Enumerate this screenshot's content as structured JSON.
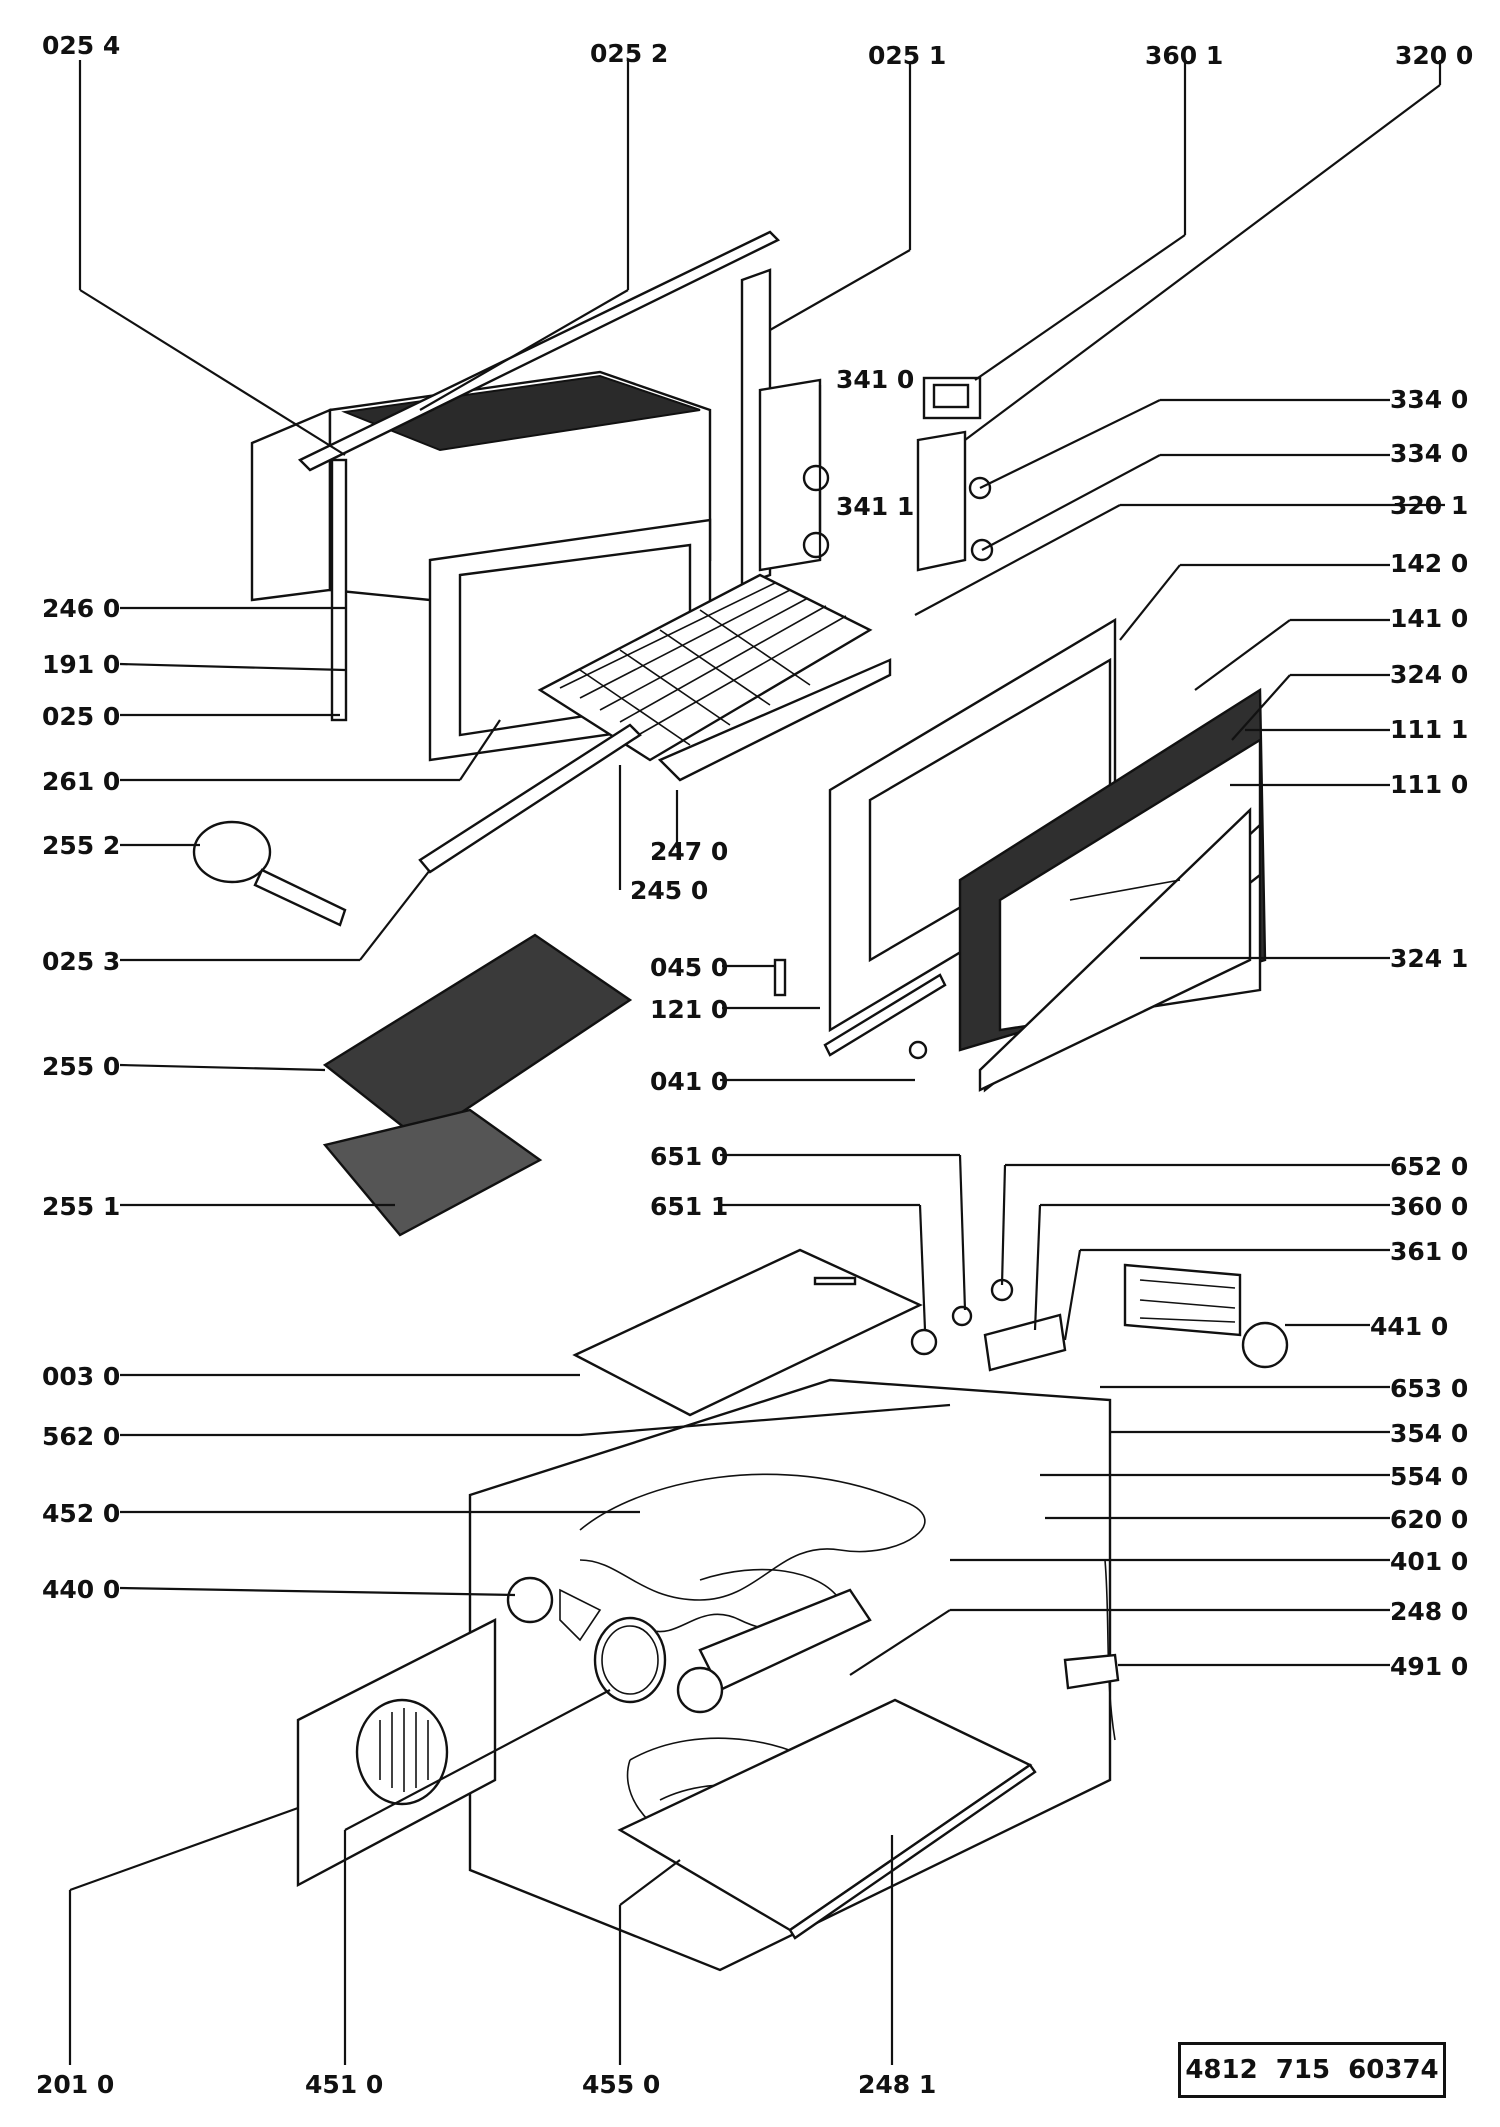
{
  "labels": {
    "l0254": "025 4",
    "l0252": "025 2",
    "l0251": "025 1",
    "l3601": "360 1",
    "l3200": "320 0",
    "l3410": "341 0",
    "l3411": "341 1",
    "l3340a": "334 0",
    "l3340b": "334 0",
    "l3201": "320 1",
    "l1420": "142 0",
    "l1410": "141 0",
    "l3240": "324 0",
    "l1111": "111 1",
    "l1110": "111 0",
    "l2460": "246 0",
    "l1910": "191 0",
    "l0250": "025 0",
    "l2610": "261 0",
    "l2552": "255 2",
    "l2470": "247 0",
    "l2450": "245 0",
    "l0253": "025 3",
    "l0450": "045 0",
    "l1210": "121 0",
    "l3241": "324 1",
    "l2550": "255 0",
    "l0410": "041 0",
    "l2551": "255 1",
    "l6510": "651 0",
    "l6520": "652 0",
    "l6511": "651 1",
    "l3600": "360 0",
    "l3610": "361 0",
    "l4410": "441 0",
    "l0030": "003 0",
    "l6530": "653 0",
    "l5620": "562 0",
    "l3540": "354 0",
    "l5540": "554 0",
    "l4520": "452 0",
    "l6200": "620 0",
    "l4010": "401 0",
    "l4400": "440 0",
    "l2480": "248 0",
    "l4910": "491 0",
    "l2010": "201 0",
    "l4510": "451 0",
    "l4550": "455 0",
    "l2481": "248 1"
  },
  "reference_number": "4812  715  60374",
  "colors": {
    "ink": "#111111",
    "paper": "#ffffff"
  }
}
